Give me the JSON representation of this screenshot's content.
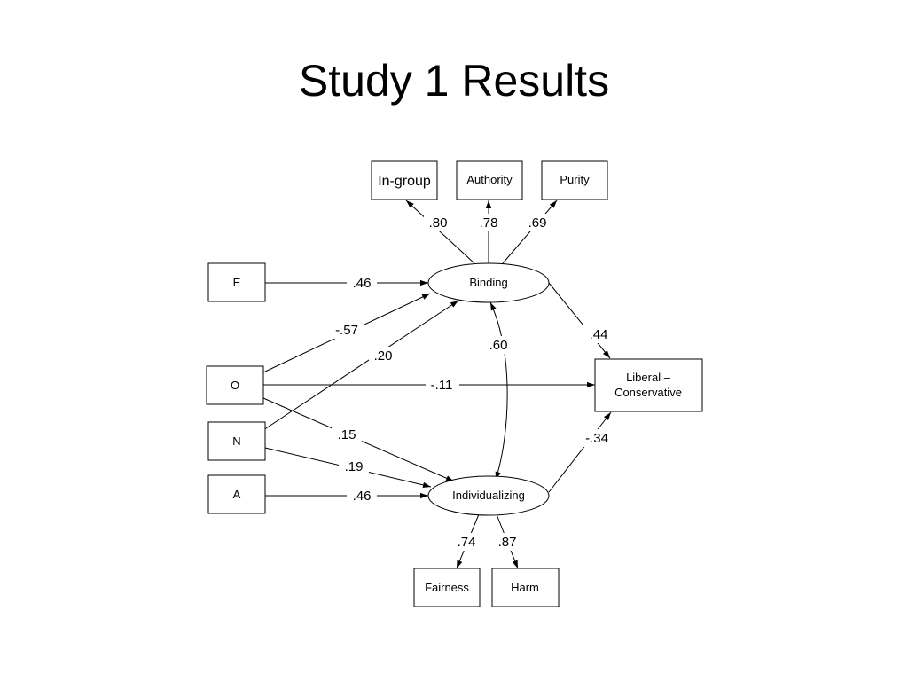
{
  "slide": {
    "title": "Study 1 Results"
  },
  "diagram": {
    "nodes": {
      "ingroup": "In-group",
      "authority": "Authority",
      "purity": "Purity",
      "binding": "Binding",
      "e": "E",
      "o": "O",
      "n": "N",
      "a": "A",
      "libcon_line1": "Liberal –",
      "libcon_line2": "Conservative",
      "individualizing": "Individualizing",
      "fairness": "Fairness",
      "harm": "Harm"
    },
    "paths": {
      "binding_ingroup": ".80",
      "binding_authority": ".78",
      "binding_purity": ".69",
      "e_binding": ".46",
      "o_binding": "-.57",
      "n_binding": ".20",
      "binding_individualizing": ".60",
      "binding_libcon": ".44",
      "o_libcon": "-.11",
      "o_individualizing": ".15",
      "n_individualizing": ".19",
      "a_individualizing": ".46",
      "individualizing_libcon": "-.34",
      "individualizing_fairness": ".74",
      "individualizing_harm": ".87"
    }
  }
}
